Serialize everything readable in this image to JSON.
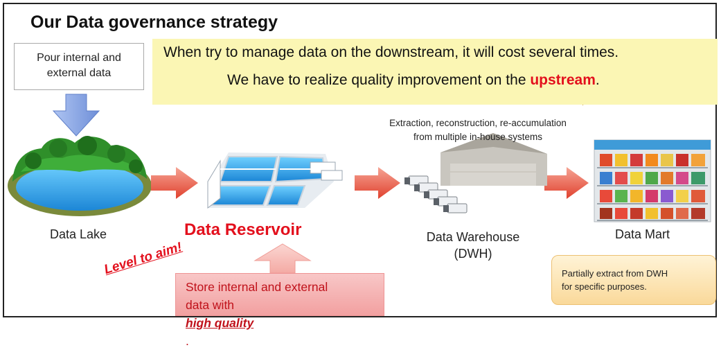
{
  "title": "Our Data governance strategy",
  "source_box": {
    "line1": "Pour internal and",
    "line2": "external data"
  },
  "callout": {
    "line1": "When try to manage data on the downstream, it will cost several times.",
    "line2_prefix": "We have to realize quality improvement on the ",
    "line2_emphasis": "upstream",
    "line2_suffix": "."
  },
  "extraction": {
    "line1": "Extraction, reconstruction, re-accumulation",
    "line2": "from multiple in-house systems"
  },
  "stages": {
    "lake": "Data Lake",
    "reservoir": "Data Reservoir",
    "warehouse_line1": "Data Warehouse",
    "warehouse_line2": "(DWH)",
    "mart": "Data Mart"
  },
  "level_label": "Level to aim!",
  "store_box": {
    "line1": "Store internal and external",
    "line2_prefix": "data with ",
    "line2_emphasis": "high quality",
    "line2_suffix": "."
  },
  "mart_note": {
    "line1": "Partially extract from DWH",
    "line2": "for specific purposes."
  },
  "colors": {
    "accent_red": "#e3101d",
    "callout_bg": "#fbf6b4",
    "flow_arrow": "#e8503e",
    "down_arrow": "#7f9fe0",
    "lake_green": "#2f8f2a",
    "water_blue": "#2c9fe6"
  },
  "icons": {
    "down_arrow": "down-arrow-icon",
    "flow_arrow": "right-arrow-icon",
    "up_arrow": "up-arrow-icon",
    "lake": "lake-illustration",
    "reservoir": "water-treatment-plant-illustration",
    "warehouse": "warehouse-trucks-illustration",
    "mart": "store-shelves-illustration"
  }
}
